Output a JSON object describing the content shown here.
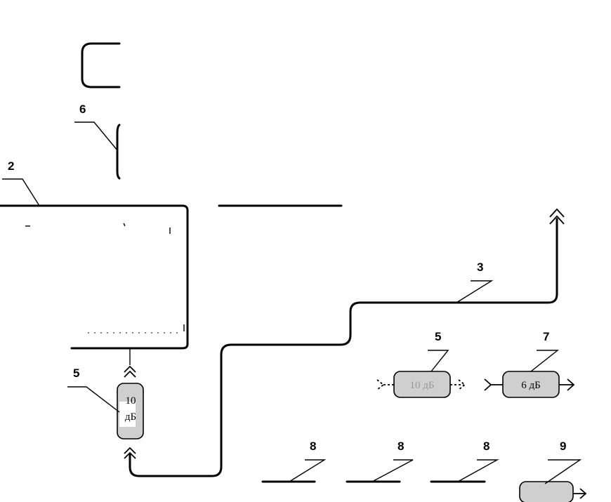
{
  "labels": {
    "l2": "2",
    "l3": "3",
    "l5a": "5",
    "l5b": "5",
    "l6": "6",
    "l7": "7",
    "l8a": "8",
    "l8b": "8",
    "l8c": "8",
    "l9": "9"
  },
  "blocks": {
    "attenuator_vertical_top": "10",
    "attenuator_vertical_bottom": "дБ",
    "attenuator_horizontal": "10 дБ",
    "attenuator_7": "6 дБ"
  },
  "colors": {
    "line": "#000000",
    "block_fill": "#cfcfcf",
    "background": "#ffffff"
  }
}
